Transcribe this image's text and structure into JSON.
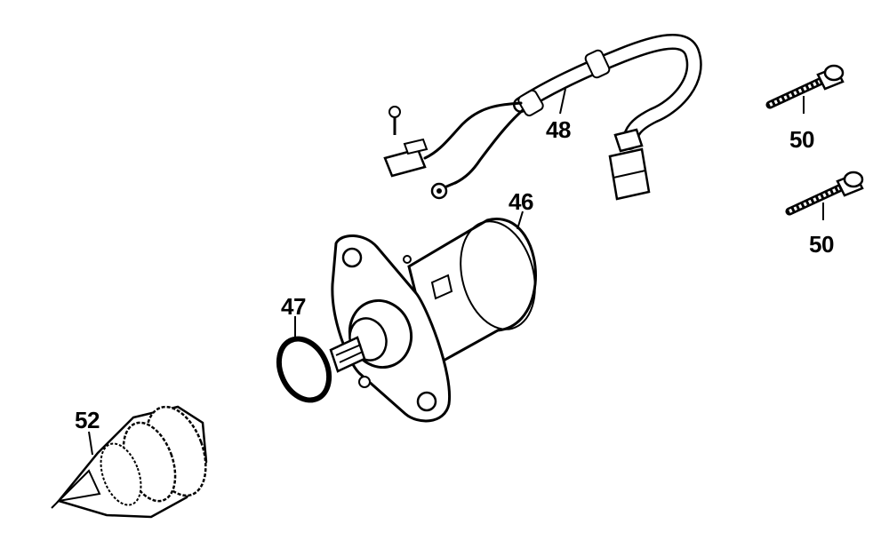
{
  "callouts": {
    "wire_harness": "48",
    "starter_motor": "46",
    "o_ring": "47",
    "bolt_upper": "50",
    "bolt_lower": "50",
    "starter_clutch_gear": "52"
  },
  "colors": {
    "ink": "#000000",
    "background": "#ffffff"
  }
}
